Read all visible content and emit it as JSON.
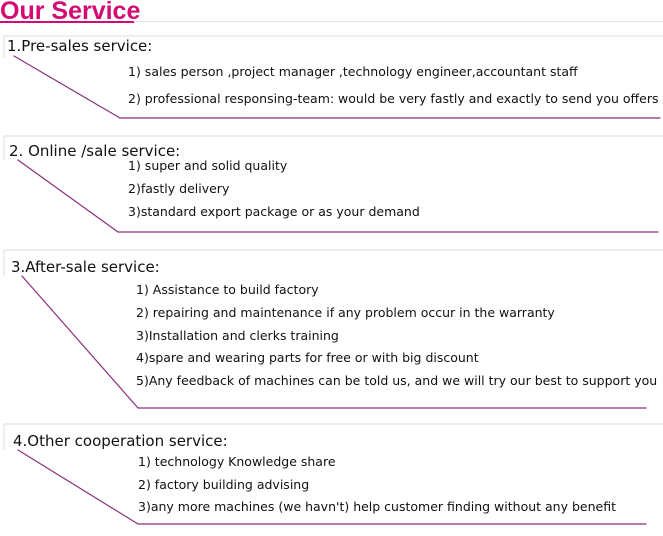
{
  "header": {
    "title": "Our Service"
  },
  "sections": [
    {
      "title": "1.Pre-sales service:",
      "items": [
        "1) sales person ,project manager ,technology engineer,accountant staff",
        "2) professional responsing-team: would be very fastly and exactly to send you offers"
      ]
    },
    {
      "title": "2. Online /sale service:",
      "items": [
        "1) super and solid quality",
        "2)fastly delivery",
        "3)standard export package or as your demand"
      ]
    },
    {
      "title": "3.After-sale service:",
      "items": [
        "1) Assistance to build factory",
        "2) repairing and maintenance if any problem occur in the warranty",
        "3)Installation and clerks training",
        "4)spare and wearing parts for free or with big discount",
        "5)Any feedback of machines can be told us, and we will try our best to support you"
      ]
    },
    {
      "title": "4.Other cooperation service:",
      "items": [
        "1) technology Knowledge share",
        "2) factory building advising",
        "3)any more machines (we havn't) help customer finding without any benefit"
      ]
    }
  ]
}
